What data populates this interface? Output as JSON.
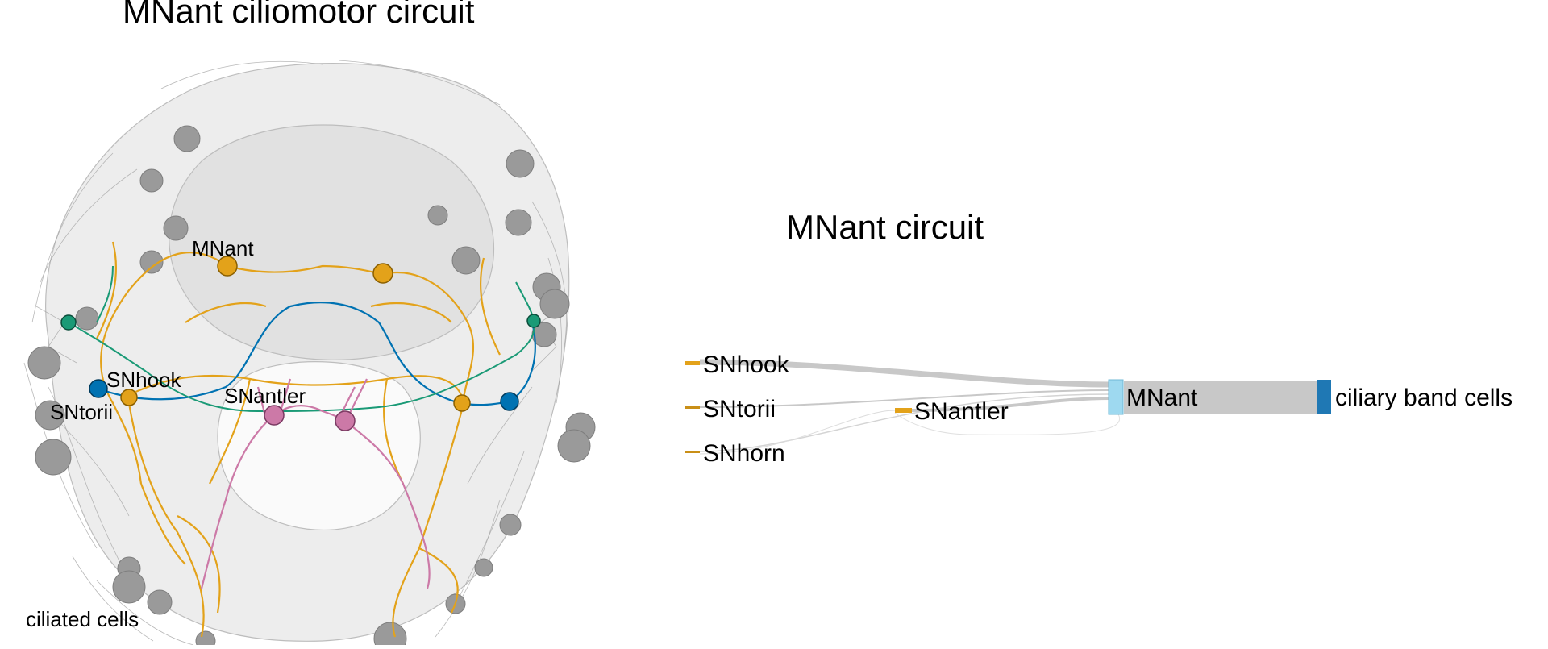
{
  "panel_a": {
    "title": "MNant ciliomotor circuit",
    "labels": {
      "mnant": "MNant",
      "snhook": "SNhook",
      "sntorii": "SNtorii",
      "snantler": "SNantler",
      "ciliated": "ciliated cells"
    },
    "colors": {
      "mnant": "#e3a21a",
      "sn_antler": "#cc79a7",
      "sn_green": "#1a9a76",
      "sn_blue": "#0072b2",
      "ciliated": "#9a9a9a",
      "body": "#d9d9d9"
    }
  },
  "panel_b": {
    "title": "MNant circuit",
    "nodes": {
      "snhook": "SNhook",
      "sntorii": "SNtorii",
      "snhorn": "SNhorn",
      "snantler": "SNantler",
      "mnant": "MNant",
      "ciliary": "ciliary band cells"
    },
    "colors": {
      "sensory": "#e3a21a",
      "mnant": "#9ed9f0",
      "ciliary": "#1f78b4",
      "link": "#c8c8c8"
    }
  }
}
